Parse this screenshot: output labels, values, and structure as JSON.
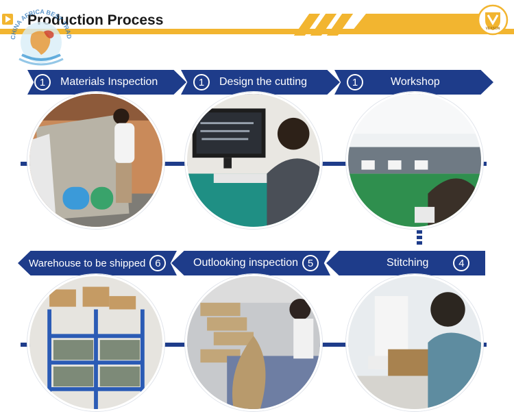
{
  "header": {
    "title": "Production Process",
    "watermark_text": "CHINA AFRICA BEST TRADING PLATFORM",
    "brand_logo_text": "VEXSON"
  },
  "steps": [
    {
      "number": "1",
      "label": "Materials Inspection"
    },
    {
      "number": "1",
      "label": "Design the cutting"
    },
    {
      "number": "1",
      "label": "Workshop"
    },
    {
      "number": "4",
      "label": "Stitching"
    },
    {
      "number": "5",
      "label": "Outlooking inspection"
    },
    {
      "number": "6",
      "label": "Warehouse to be shipped"
    }
  ],
  "colors": {
    "accent": "#f2b530",
    "banner": "#1e3c8a"
  }
}
